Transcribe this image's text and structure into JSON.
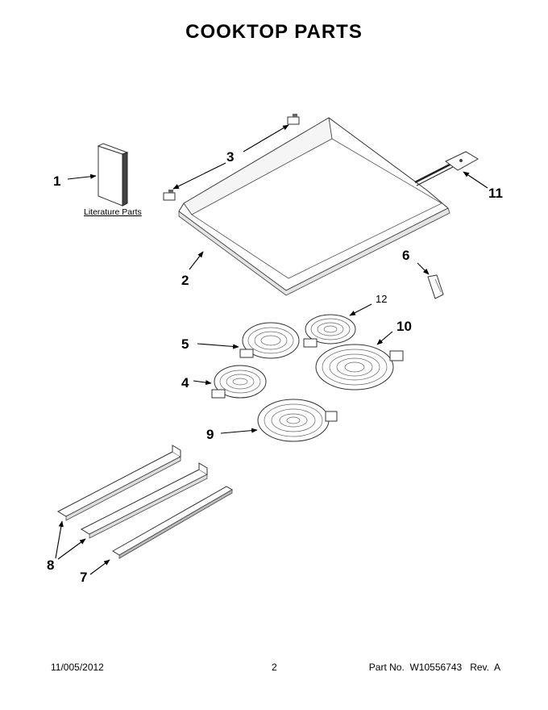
{
  "title": "COOKTOP PARTS",
  "literature_label": "Literature Parts",
  "callouts": {
    "c1": "1",
    "c2": "2",
    "c3": "3",
    "c4": "4",
    "c5": "5",
    "c6": "6",
    "c7": "7",
    "c8": "8",
    "c9": "9",
    "c10": "10",
    "c11": "11",
    "c12": "12"
  },
  "footer": {
    "date": "11/005/2012",
    "page": "2",
    "part_no": "Part No.  W10556743   Rev.  A"
  }
}
